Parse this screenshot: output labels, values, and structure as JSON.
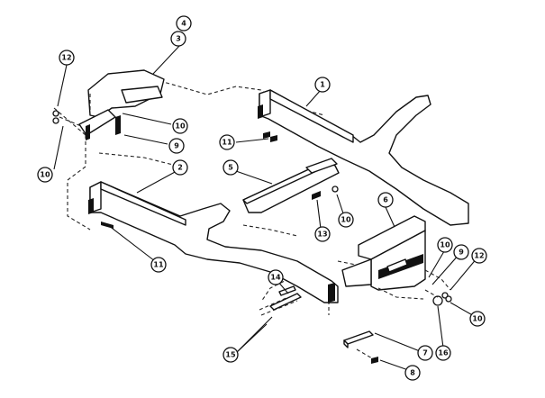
{
  "diagram": {
    "callouts": [
      {
        "id": "c1",
        "label": "1"
      },
      {
        "id": "c2",
        "label": "2"
      },
      {
        "id": "c3",
        "label": "3"
      },
      {
        "id": "c4",
        "label": "4"
      },
      {
        "id": "c5",
        "label": "5"
      },
      {
        "id": "c6",
        "label": "6"
      },
      {
        "id": "c7",
        "label": "7"
      },
      {
        "id": "c8",
        "label": "8"
      },
      {
        "id": "c9a",
        "label": "9"
      },
      {
        "id": "c9b",
        "label": "9"
      },
      {
        "id": "c10a",
        "label": "10"
      },
      {
        "id": "c10b",
        "label": "10"
      },
      {
        "id": "c10c",
        "label": "10"
      },
      {
        "id": "c10d",
        "label": "10"
      },
      {
        "id": "c10e",
        "label": "10"
      },
      {
        "id": "c11",
        "label": "11"
      },
      {
        "id": "c11b",
        "label": "11"
      },
      {
        "id": "c12a",
        "label": "12"
      },
      {
        "id": "c12b",
        "label": "12"
      },
      {
        "id": "c13",
        "label": "13"
      },
      {
        "id": "c14",
        "label": "14"
      },
      {
        "id": "c15",
        "label": "15"
      },
      {
        "id": "c16",
        "label": "16"
      }
    ]
  }
}
